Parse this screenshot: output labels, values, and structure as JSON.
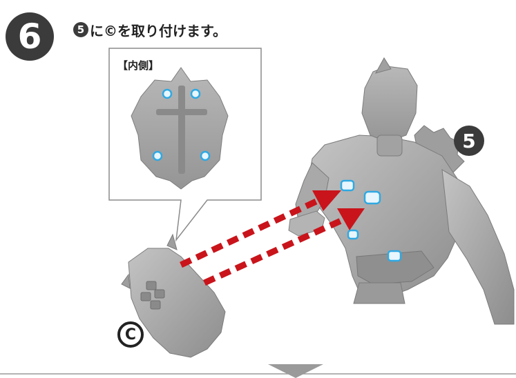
{
  "step": {
    "number": "6",
    "instruction_badge": "5",
    "instruction_text": "に©を取り付けます。"
  },
  "callout": {
    "label": "【内側】"
  },
  "parts": {
    "part_5_label": "5",
    "part_c_label": "C"
  },
  "colors": {
    "arrow": "#c9141b",
    "highlight": "#2fa9e3",
    "part_gray": "#a6a6a6",
    "badge": "#3b3b3b"
  }
}
